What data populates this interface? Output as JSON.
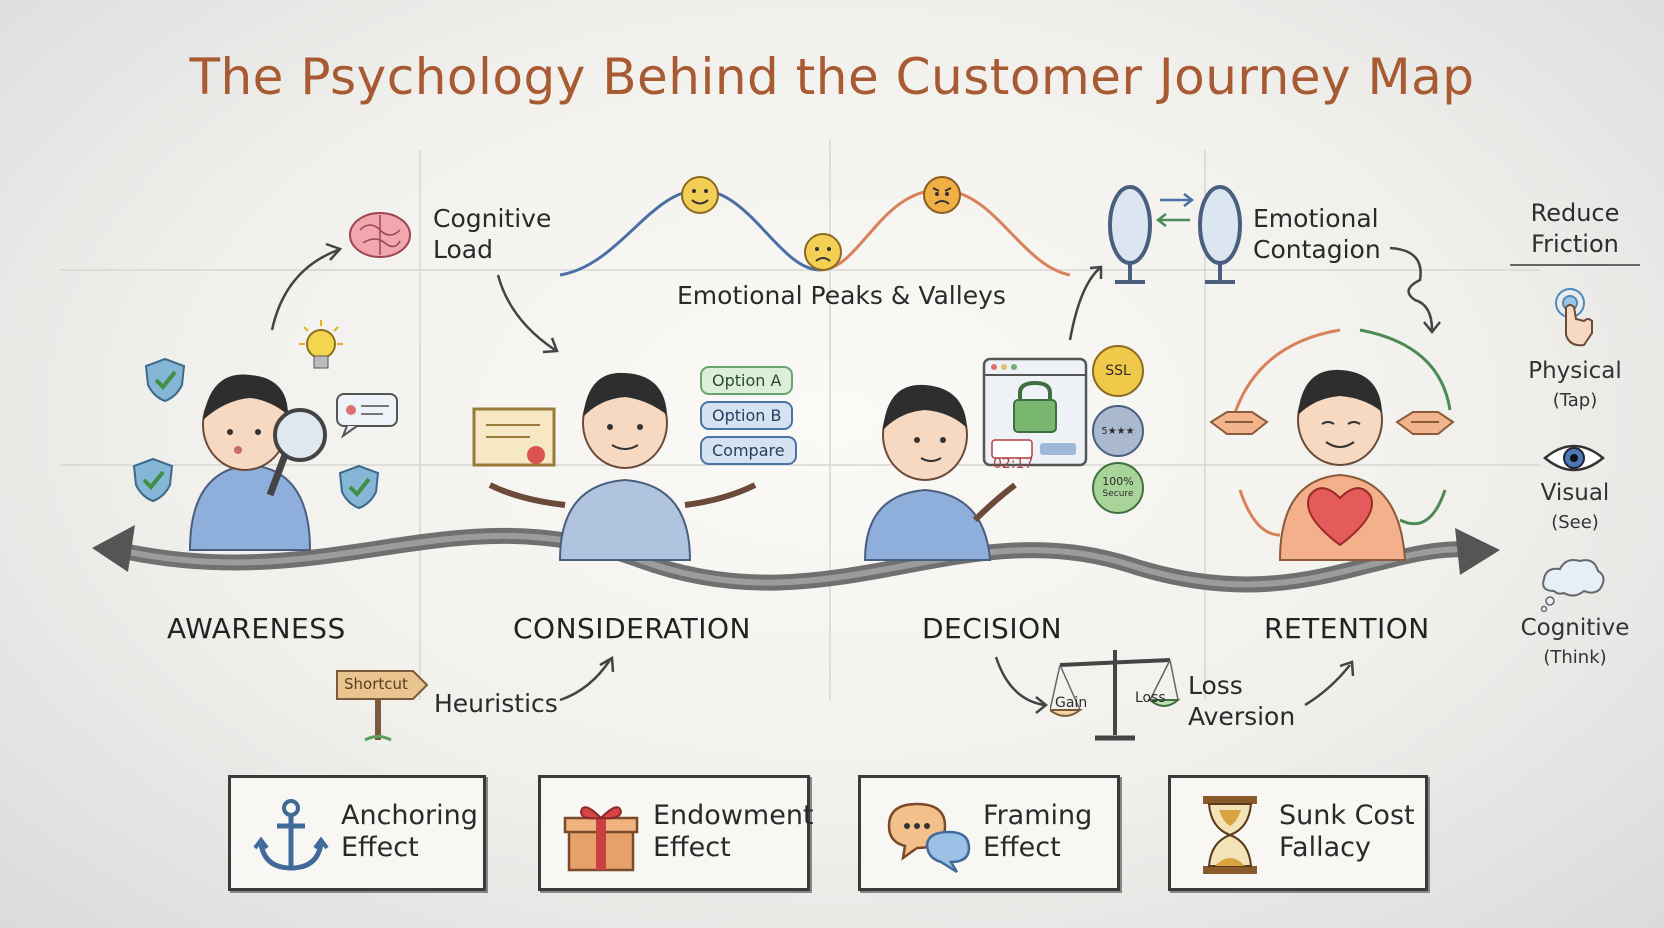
{
  "title": "The Psychology Behind the Customer Journey Map",
  "concepts": {
    "cognitive_load": [
      "Cognitive",
      "Load"
    ],
    "emotional_peaks": "Emotional Peaks & Valleys",
    "emotional_contagion": [
      "Emotional",
      "Contagion"
    ],
    "heuristics": "Heuristics",
    "shortcut_sign": "Shortcut",
    "loss_aversion": [
      "Loss",
      "Aversion"
    ],
    "scale_gain": "Gain",
    "scale_loss": "Loss"
  },
  "options": [
    "Option A",
    "Option B",
    "Compare"
  ],
  "decision_screen": {
    "timer": "02:17",
    "badge_ssl": "SSL",
    "badge_stars": "5★★★",
    "badge_secure": [
      "100%",
      "Secure"
    ]
  },
  "stages": [
    "AWARENESS",
    "CONSIDERATION",
    "DECISION",
    "RETENTION"
  ],
  "friction": {
    "heading": [
      "Reduce",
      "Friction"
    ],
    "items": [
      {
        "label": "Physical",
        "sub": "(Tap)",
        "icon": "tap-icon"
      },
      {
        "label": "Visual",
        "sub": "(See)",
        "icon": "eye-icon"
      },
      {
        "label": "Cognitive",
        "sub": "(Think)",
        "icon": "thought-cloud-icon"
      }
    ]
  },
  "cards": [
    {
      "line1": "Anchoring",
      "line2": "Effect",
      "icon": "anchor-icon"
    },
    {
      "line1": "Endowment",
      "line2": "Effect",
      "icon": "gift-icon"
    },
    {
      "line1": "Framing",
      "line2": "Effect",
      "icon": "speech-bubbles-icon"
    },
    {
      "line1": "Sunk Cost",
      "line2": "Fallacy",
      "icon": "hourglass-icon"
    }
  ],
  "colors": {
    "title": "#a85a32",
    "positive_curve": "#4a6fa5",
    "negative_curve": "#d9825a",
    "heart": "#e55a5a",
    "shield": "#4b8a55"
  }
}
